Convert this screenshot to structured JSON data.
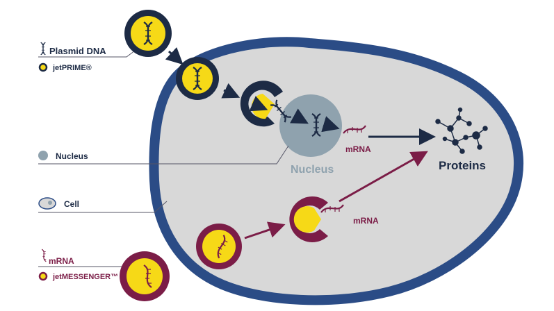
{
  "legend": {
    "plasmid": "Plasmid DNA",
    "jetprime": "jetPRIME®",
    "nucleus": "Nucleus",
    "cell": "Cell",
    "mrna": "mRNA",
    "jetmessenger": "jetMESSENGER™"
  },
  "diagram": {
    "nucleus_label": "Nucleus",
    "mrna_label_1": "mRNA",
    "mrna_label_2": "mRNA",
    "proteins_label": "Proteins"
  },
  "colors": {
    "navy": "#1d2b45",
    "cell_border": "#2b4c86",
    "cell_fill": "#d8d8d8",
    "nucleus": "#8fa2ae",
    "yellow": "#f6d917",
    "maroon": "#7b1d47"
  }
}
